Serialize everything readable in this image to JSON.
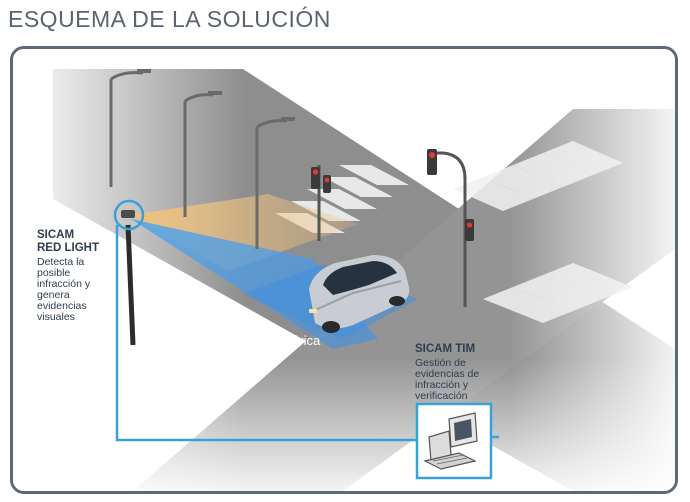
{
  "header": {
    "title": "ESQUEMA DE LA SOLUCIÓN"
  },
  "sicam_red_light": {
    "title_line1": "SICAM",
    "title_line2": "RED LIGHT",
    "description": "Detecta la posible infracción y genera evidencias visuales"
  },
  "sicam_tim": {
    "title": "SICAM TIM",
    "description": "Gestión de evidencias de infracción y verificación"
  },
  "intersection": {
    "label": "Intersección semafórica"
  },
  "colors": {
    "frame_border": "#5d6978",
    "accent_blue": "#3aa1d8",
    "detection_blue": "#5aa6e6",
    "detection_orange": "#f1c27d",
    "road": "#8c8c8c",
    "text_dark": "#2f3d4f",
    "title_gray": "#5a6470"
  },
  "icons": [
    "camera-pole-icon",
    "traffic-light-icon",
    "street-lamp-icon",
    "car-icon",
    "computer-icon"
  ]
}
